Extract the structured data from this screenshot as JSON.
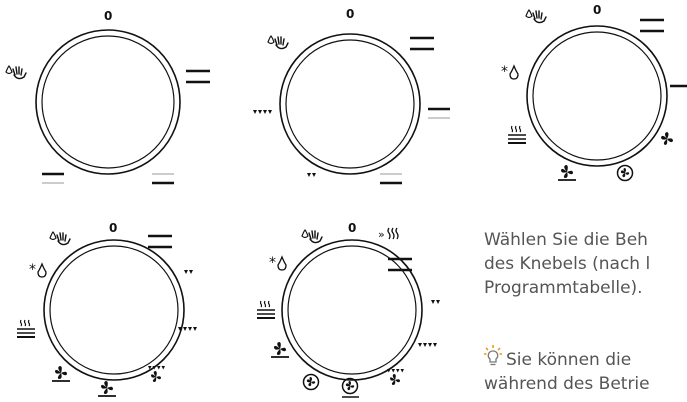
{
  "zero_label": "0",
  "symbols": {
    "lock_icon": "hand-drop-icon",
    "sparkle_drop_icon": "asterisk-drop-icon",
    "grill_icon": "grill-heat-icon",
    "fan_icon": "fan-icon",
    "fan_bottom_icon": "fan-bottom-heat-icon",
    "circle_fan_icon": "circular-fan-icon",
    "steam_icon": "steam-icon",
    "top_bottom_heat_icon": "top-bottom-heat-icon",
    "top_heat_icon": "top-heat-icon",
    "bottom_heat_icon": "bottom-heat-icon",
    "dots_4_icon": "four-triangles-icon",
    "dots_2_icon": "two-triangles-icon"
  },
  "instruction": {
    "line1": "Wählen Sie die Beh",
    "line2": "des Knebels (nach l",
    "line3": "Programmtabelle)."
  },
  "tip": {
    "line1": "Sie können die",
    "line2": "während des Betrie"
  }
}
